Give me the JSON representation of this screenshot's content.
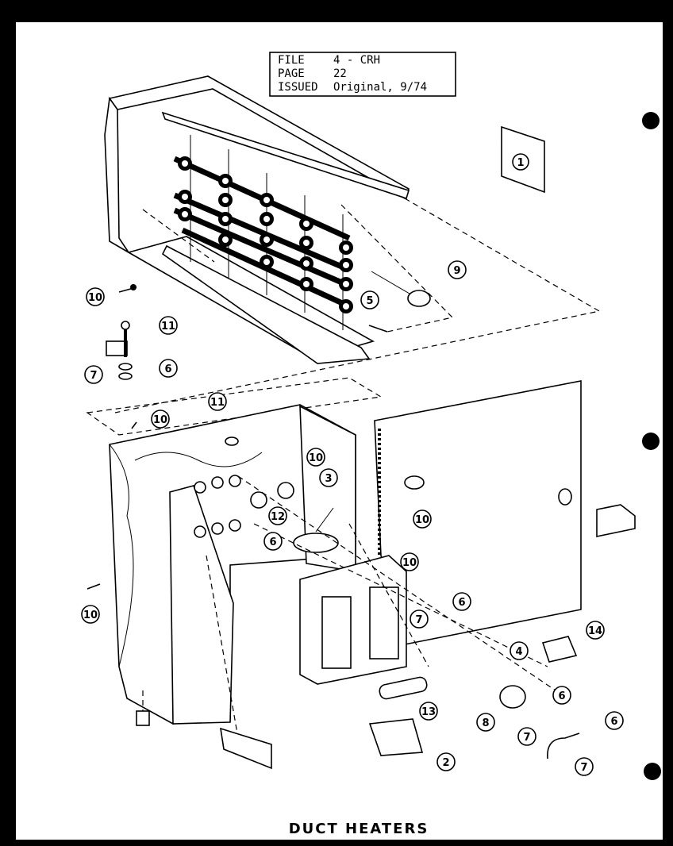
{
  "title_block": {
    "file_label": "FILE",
    "file_value": "4 - CRH",
    "page_label": "PAGE",
    "page_value": "22",
    "issued_label": "ISSUED",
    "issued_value": "Original, 9/74"
  },
  "figure_id": "1",
  "caption": "DUCT HEATERS",
  "callouts": {
    "c9": "9",
    "c10_top": "10",
    "c5": "5",
    "c11_a": "11",
    "c7_a": "7",
    "c6_a": "6",
    "c11_b": "11",
    "c10_b": "10",
    "c10_c": "10",
    "c3": "3",
    "c12": "12",
    "c6_b": "6",
    "c10_d": "10",
    "c10_e": "10",
    "c7_b": "7",
    "c6_c": "6",
    "c10_f": "10",
    "c4": "4",
    "c14": "14",
    "c13": "13",
    "c8": "8",
    "c6_d": "6",
    "c7_c": "7",
    "c6_e": "6",
    "c7_d": "7",
    "c2": "2"
  }
}
